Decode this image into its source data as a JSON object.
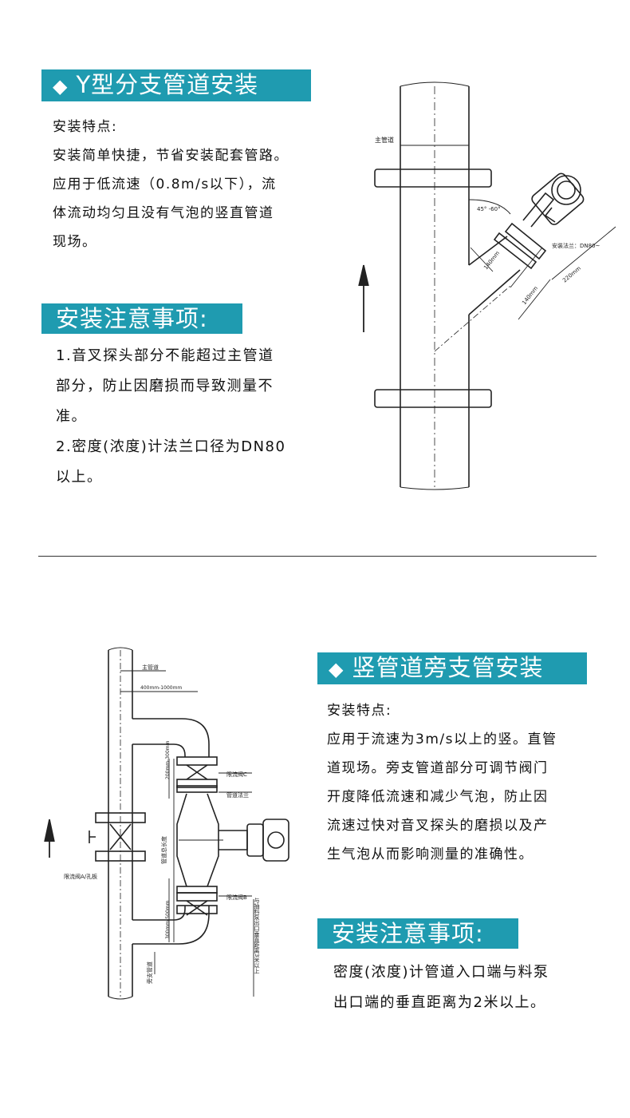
{
  "section1": {
    "header": "Y型分支管道安装",
    "feature_title": "安装特点:",
    "feature_lines": [
      "安装简单快捷，节省安装配套管路。",
      "应用于低流速（0.8m/s以下），流",
      "体流动均匀且没有气泡的竖直管道",
      "现场。"
    ],
    "notes_header": "安装注意事项:",
    "notes_lines": [
      "1.音叉探头部分不能超过主管道",
      "部分，防止因磨损而导致测量不",
      "准。",
      "2.密度(浓度)计法兰口径为DN80",
      "以上。"
    ],
    "diagram": {
      "main_pipe_label": "主管道",
      "angle_label": "45° -60°",
      "flange_label": "安装法兰：DN80~",
      "dim_a": "140mm",
      "dim_b": "140mm",
      "dim_c": "220mm"
    }
  },
  "section2": {
    "header": "竖管道旁支管安装",
    "feature_title": "安装特点:",
    "feature_lines": [
      "应用于流速为3m/s以上的竖。直管",
      "道现场。旁支管道部分可调节阀门",
      "开度降低流速和减少气泡，防止因",
      "流速过快对音叉探头的磨损以及产",
      "生气泡从而影响测量的准确性。"
    ],
    "notes_header": "安装注意事项:",
    "notes_lines": [
      "密度(浓度)计管道入口端与料泵",
      "出口端的垂直距离为2米以上。"
    ],
    "diagram": {
      "main_pipe_label": "主管道",
      "dist_label": "400mm-1000mm",
      "upper_dim": "200mm-300mm",
      "valve_c": "限流阀C",
      "flange_label": "管道法兰",
      "total_len": "管道总长度",
      "valve_b": "限流阀B",
      "lower_dim": "300mm-500mm",
      "valve_a": "限流阀A/孔板",
      "bypass": "旁支管道",
      "pump_note": "与抽料泵出口垂直距离3米以上"
    }
  },
  "colors": {
    "header_bg": "#1f9bb0",
    "header_text": "#ffffff"
  }
}
